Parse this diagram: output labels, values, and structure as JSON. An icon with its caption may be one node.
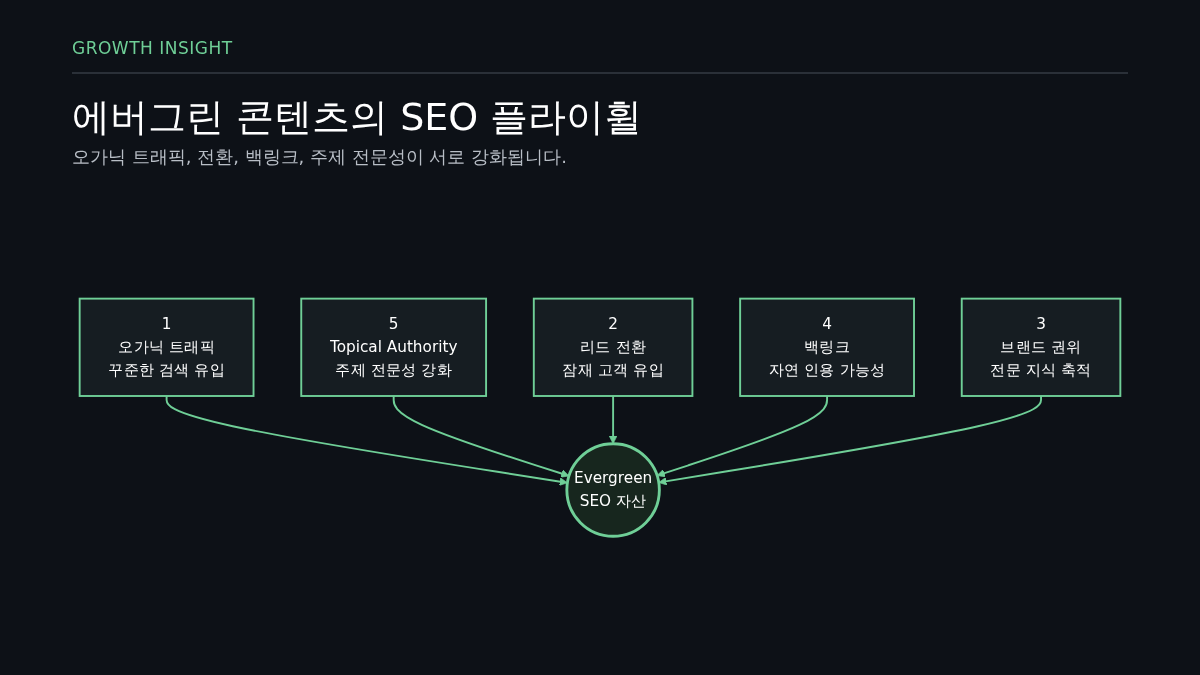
{
  "diagram": {
    "title": "에버그린 콘텐츠의 SEO 플라이휠",
    "nodes": [
      {
        "text": [
          "1",
          "오가닉 트래픽",
          "꾸준한 검색 유입"
        ]
      },
      {
        "text": [
          "5",
          "Topical Authority",
          "주제 전문성 강화"
        ]
      },
      {
        "text": [
          "Evergreen",
          "SEO 자산"
        ]
      },
      {
        "text": [
          "2",
          "리드 전환",
          "잠재 고객 유입"
        ]
      },
      {
        "text": [
          "4",
          "백링크",
          "자연 인용 가능성"
        ]
      },
      {
        "text": [
          "3",
          "브랜드 권위",
          "전문 지식 축적"
        ]
      }
    ],
    "edges": [
      {
        "from": 0,
        "to": 2,
        "arrow": "to"
      },
      {
        "from": 1,
        "to": 2,
        "arrow": "to"
      },
      {
        "from": 3,
        "to": 2,
        "arrow": "to"
      },
      {
        "from": 4,
        "to": 2,
        "arrow": "to"
      },
      {
        "from": 5,
        "to": 2,
        "arrow": "to"
      }
    ],
    "labels": [
      "GROWTH INSIGHT",
      "오가닉 트래픽, 전환, 백링크, 주제 전문성이 서로 강화됩니다."
    ]
  }
}
